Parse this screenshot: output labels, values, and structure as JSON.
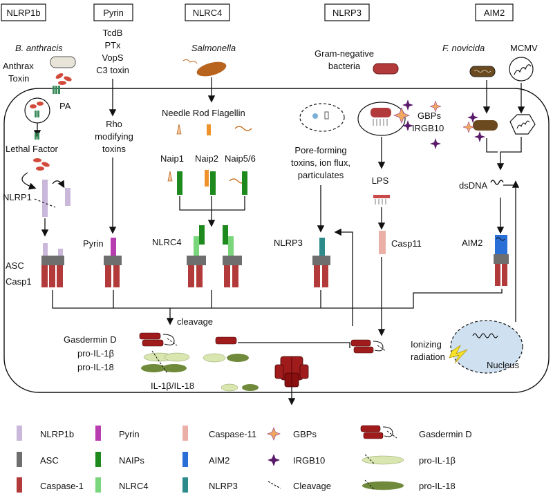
{
  "headers": [
    "NLRP1b",
    "Pyrin",
    "NLRC4",
    "NLRP3",
    "AIM2"
  ],
  "pathogens": {
    "anthracis": "B. anthracis",
    "salmonella": "Salmonella",
    "gram_negative_line1": "Gram-negative",
    "gram_negative_line2": "bacteria",
    "novicida": "F. novicida",
    "mcmv": "MCMV"
  },
  "nlrp1b_col": {
    "anthrax_line1": "Anthrax",
    "anthrax_line2": "Toxin",
    "pa": "PA",
    "lethal_factor": "Lethal Factor",
    "nlrp1": "NLRP1",
    "asc": "ASC",
    "casp1": "Casp1"
  },
  "pyrin_col": {
    "toxins": [
      "TcdB",
      "PTx",
      "VopS",
      "C3 toxin"
    ],
    "rho_line1": "Rho",
    "rho_line2": "modifying",
    "rho_line3": "toxins",
    "pyrin": "Pyrin"
  },
  "nlrc4_col": {
    "ligands": "Needle Rod Flagellin",
    "naip1": "Naip1",
    "naip2": "Naip2",
    "naip56": "Naip5/6",
    "nlrc4": "NLRC4"
  },
  "nlrp3_col": {
    "pore_line1": "Pore-forming",
    "pore_line2": "toxins, ion flux,",
    "pore_line3": "particulates",
    "nlrp3": "NLRP3",
    "lps": "LPS",
    "casp11": "Casp11",
    "gbps": "GBPs",
    "irgb10": "IRGB10"
  },
  "aim2_col": {
    "dsdna": "dsDNA",
    "aim2": "AIM2"
  },
  "bottom": {
    "cleavage": "cleavage",
    "gasdermin": "Gasdermin D",
    "pro_il1b": "pro-IL-1β",
    "pro_il18": "pro-IL-18",
    "il1b_il18": "IL-1β/IL-18",
    "ionizing_line1": "Ionizing",
    "ionizing_line2": "radiation",
    "nucleus": "Nucleus"
  },
  "legend": [
    {
      "label": "NLRP1b",
      "color": "#c9b8d9",
      "kind": "bar"
    },
    {
      "label": "Pyrin",
      "color": "#b83db0",
      "kind": "bar"
    },
    {
      "label": "Caspase-11",
      "color": "#eab0a8",
      "kind": "bar"
    },
    {
      "label": "GBPs",
      "color": "#f0a860",
      "kind": "star-orange"
    },
    {
      "label": "Gasdermin D",
      "color": "#a01c1c",
      "kind": "gasdermin"
    },
    {
      "label": "ASC",
      "color": "#6e6e6e",
      "kind": "bar"
    },
    {
      "label": "NAIPs",
      "color": "#1e8a1e",
      "kind": "bar"
    },
    {
      "label": "AIM2",
      "color": "#2a6fd6",
      "kind": "bar"
    },
    {
      "label": "IRGB10",
      "color": "#5a1a6a",
      "kind": "star-purple"
    },
    {
      "label": "pro-IL-1β",
      "color": "#d9e6b0",
      "kind": "ellipse-light"
    },
    {
      "label": "Caspase-1",
      "color": "#b23a3a",
      "kind": "bar"
    },
    {
      "label": "NLRC4",
      "color": "#7ad67a",
      "kind": "bar"
    },
    {
      "label": "NLRP3",
      "color": "#2e8b8b",
      "kind": "bar"
    },
    {
      "label": "Cleavage",
      "color": "#111111",
      "kind": "dash"
    },
    {
      "label": "pro-IL-18",
      "color": "#6f8a3a",
      "kind": "ellipse-dark"
    }
  ]
}
